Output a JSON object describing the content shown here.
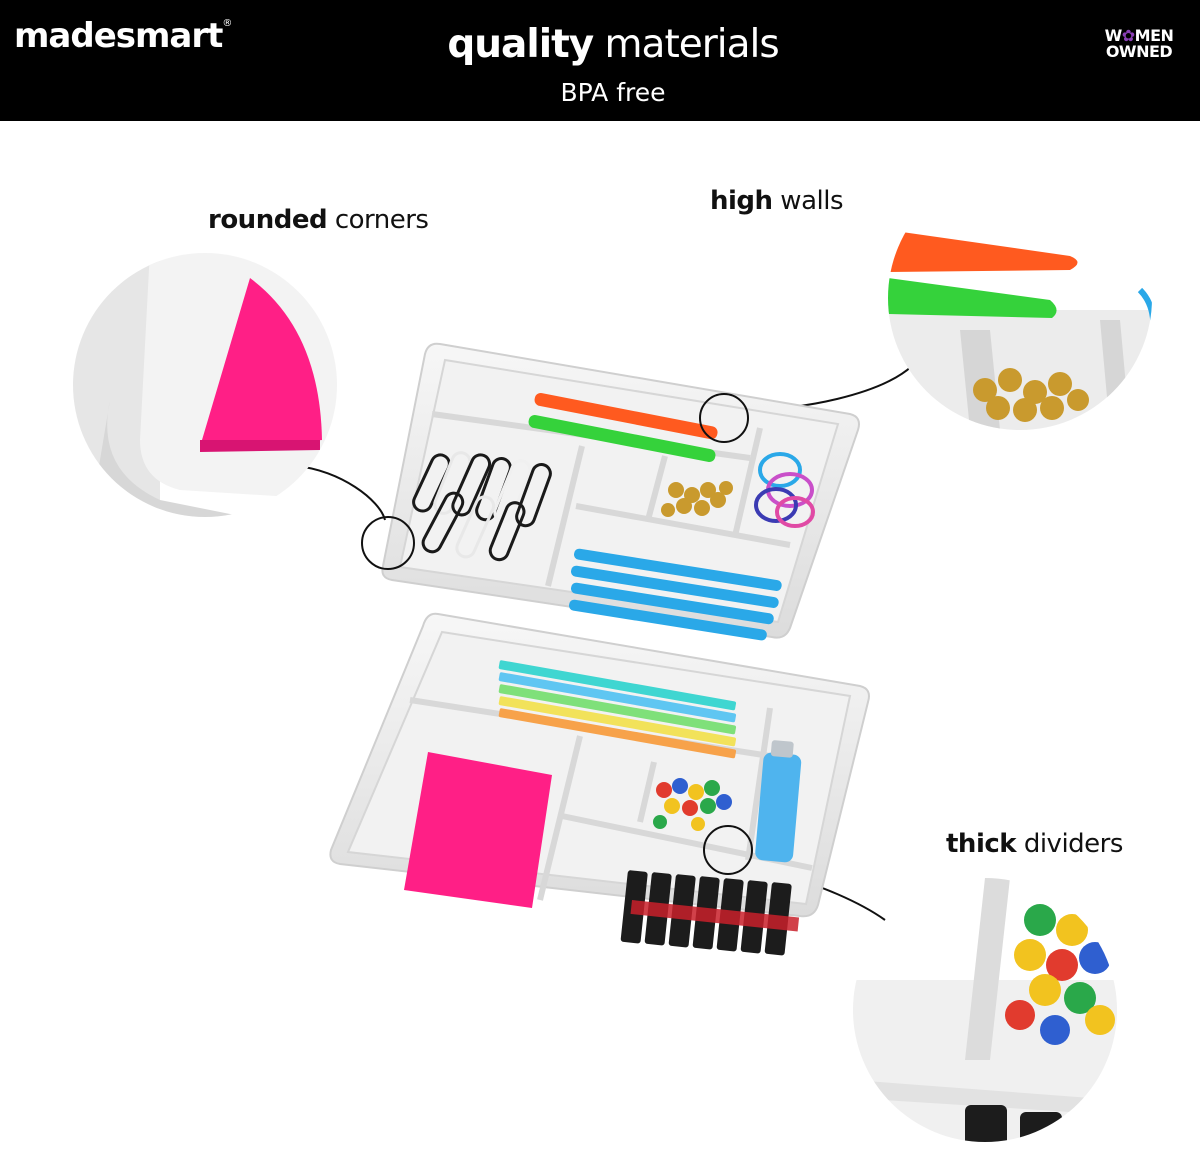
{
  "header": {
    "brand": "madesmart",
    "brand_mark": "®",
    "headline_bold": "quality",
    "headline_rest": " materials",
    "subline": "BPA free",
    "badge_line1_a": "W",
    "badge_line1_sep": "✿",
    "badge_line1_b": "MEN",
    "badge_line2": "OWNED"
  },
  "features": [
    {
      "bold": "rounded",
      "rest": " corners"
    },
    {
      "bold": "high",
      "rest": " walls"
    },
    {
      "bold": "thick",
      "rest": " dividers"
    }
  ],
  "colors": {
    "header_bg": "#000000",
    "tray": "#efefef",
    "sticky_note": "#ff1f86",
    "pen_orange": "#ff5a1f",
    "pen_green": "#35d23b",
    "pen_blue": "#2aa8e8",
    "brass": "#c99a2e",
    "lighter": "#4fb4ee"
  }
}
